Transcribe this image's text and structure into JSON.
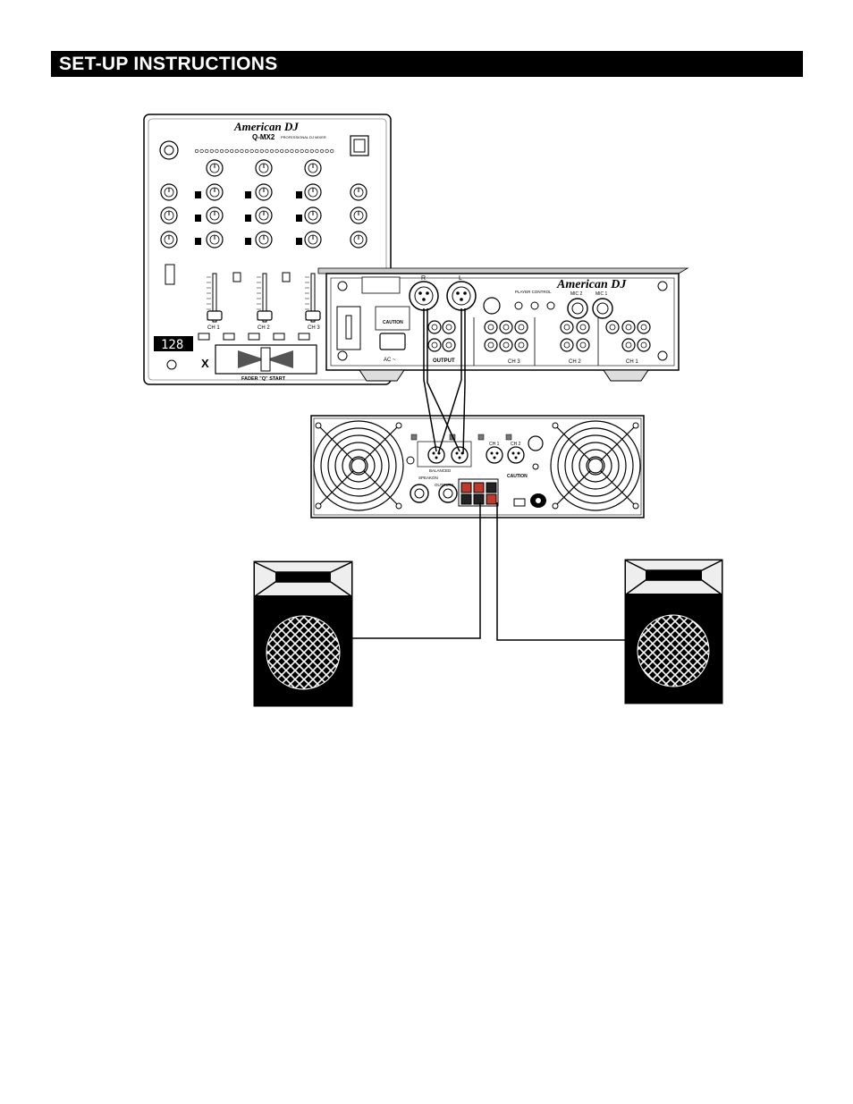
{
  "header": {
    "title": "SET-UP INSTRUCTIONS"
  },
  "mixer_top": {
    "brand": "American DJ",
    "model": "Q-MX2",
    "tagline": "PROFESSIONAL DJ MIXER",
    "bpm_display": "128",
    "channels": [
      "CH 1",
      "CH 2",
      "CH 3"
    ],
    "fader_label": "FADER \"Q\" START",
    "crossfader_mark": "X"
  },
  "mixer_rear": {
    "brand": "American DJ",
    "output_label": "OUTPUT",
    "ac_label": "AC ~",
    "xlr_left": "L",
    "xlr_right": "R",
    "caution": "CAUTION",
    "channels": [
      "CH 3",
      "CH 2",
      "CH 1"
    ],
    "mic_labels": [
      "MIC 2",
      "MIC 1"
    ],
    "player_control": "PLAYER CONTROL"
  },
  "amplifier": {
    "ch1": "CH 1",
    "ch2": "CH 2",
    "speaker_label": "SPEAKON",
    "outputs_label": "OUTPUTS",
    "caution": "CAUTION",
    "balanced_label": "BALANCED"
  },
  "colors": {
    "ink": "#000000",
    "paper": "#ffffff",
    "panel": "#f4f4f4",
    "jack_red": "#c0392b"
  }
}
